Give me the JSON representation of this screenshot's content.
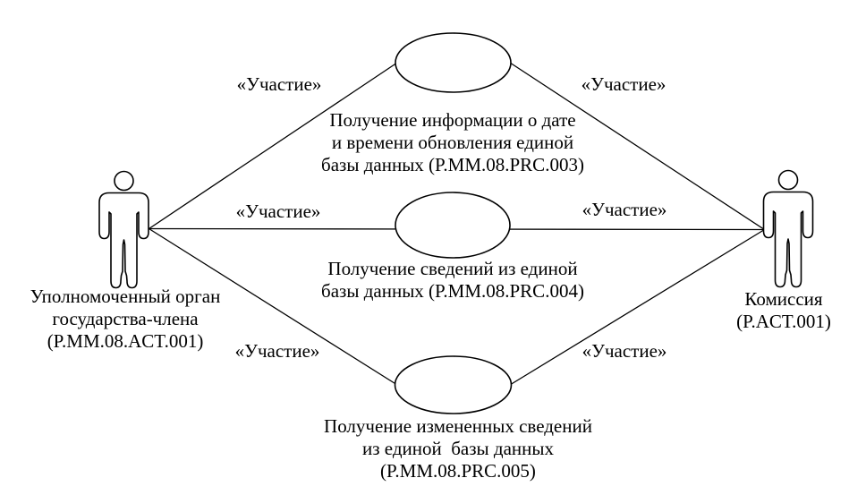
{
  "diagram_type": "uml-use-case",
  "colors": {
    "background": "#ffffff",
    "stroke": "#000000",
    "text": "#000000"
  },
  "actors": {
    "left": {
      "name": "Уполномоченный орган\nгосударства-члена\n(P.MM.08.ACT.001)"
    },
    "right": {
      "name": "Комиссия\n(P.ACT.001)"
    }
  },
  "use_cases": {
    "top": {
      "label": "Получение информации о дате\nи времени обновления единой\nбазы данных (P.MM.08.PRC.003)"
    },
    "middle": {
      "label": "Получение сведений из единой\nбазы данных (P.MM.08.PRC.004)"
    },
    "bottom": {
      "label": "Получение измененных сведений\nиз единой  базы данных\n(P.MM.08.PRC.005)"
    }
  },
  "connections": [
    {
      "from": "actor-left",
      "to": "use-case-top",
      "stereotype": "«Участие»"
    },
    {
      "from": "actor-right",
      "to": "use-case-top",
      "stereotype": "«Участие»"
    },
    {
      "from": "actor-left",
      "to": "use-case-middle",
      "stereotype": "«Участие»"
    },
    {
      "from": "actor-right",
      "to": "use-case-middle",
      "stereotype": "«Участие»"
    },
    {
      "from": "actor-left",
      "to": "use-case-bottom",
      "stereotype": "«Участие»"
    },
    {
      "from": "actor-right",
      "to": "use-case-bottom",
      "stereotype": "«Участие»"
    }
  ]
}
